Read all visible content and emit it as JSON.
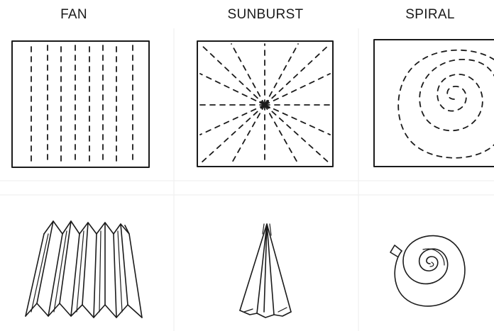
{
  "patterns": [
    {
      "key": "fan",
      "label": "FAN"
    },
    {
      "key": "sunburst",
      "label": "SUNBURST"
    },
    {
      "key": "spiral",
      "label": "SPIRAL"
    }
  ]
}
